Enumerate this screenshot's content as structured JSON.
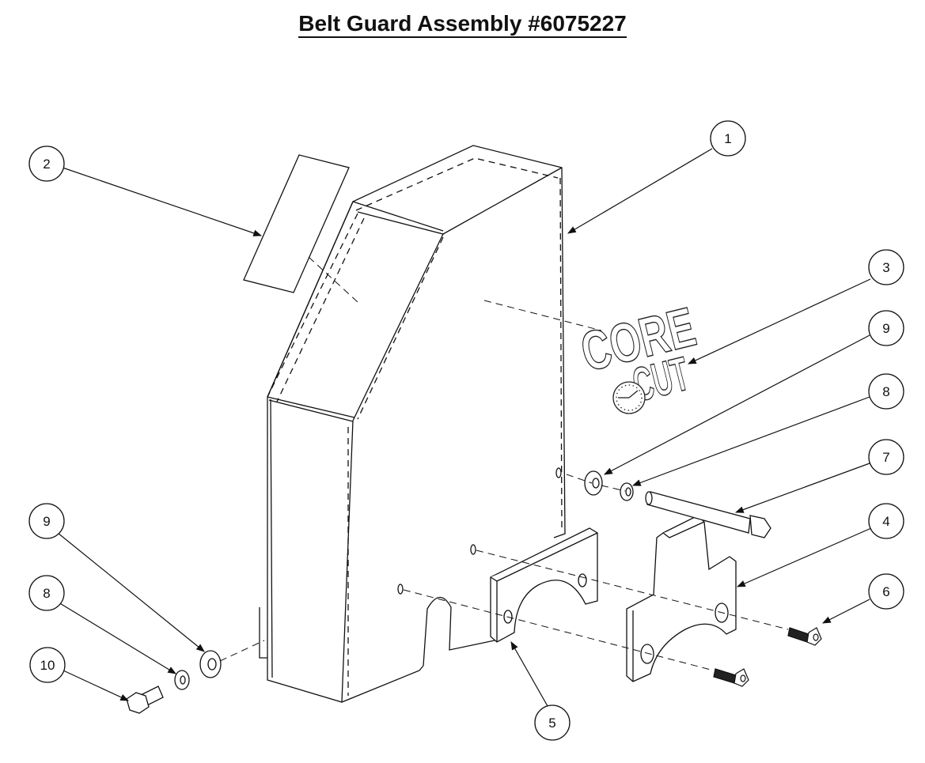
{
  "title": "Belt Guard Assembly #6075227",
  "logo": {
    "line1": "CORE",
    "line2": "CUT"
  },
  "callouts": [
    {
      "id": "c1",
      "label": "1"
    },
    {
      "id": "c2",
      "label": "2"
    },
    {
      "id": "c3",
      "label": "3"
    },
    {
      "id": "c9a",
      "label": "9"
    },
    {
      "id": "c8a",
      "label": "8"
    },
    {
      "id": "c7",
      "label": "7"
    },
    {
      "id": "c4",
      "label": "4"
    },
    {
      "id": "c6",
      "label": "6"
    },
    {
      "id": "c5",
      "label": "5"
    },
    {
      "id": "c9b",
      "label": "9"
    },
    {
      "id": "c8b",
      "label": "8"
    },
    {
      "id": "c10",
      "label": "10"
    }
  ]
}
